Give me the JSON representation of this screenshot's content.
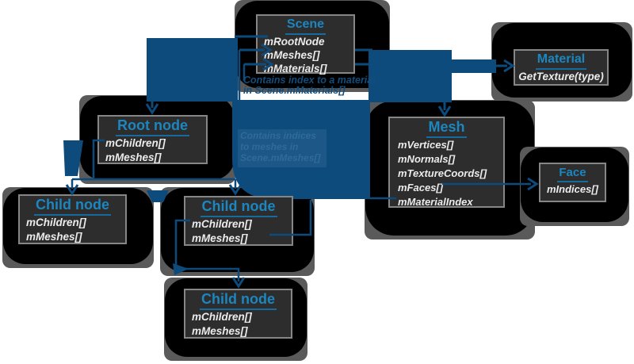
{
  "boxes": {
    "scene": {
      "title": "Scene",
      "members": [
        "mRootNode",
        "mMeshes[]",
        "mMaterials[]"
      ]
    },
    "material": {
      "title": "Material",
      "members": [
        "GetTexture(type)"
      ]
    },
    "mesh": {
      "title": "Mesh",
      "members": [
        "mVertices[]",
        "mNormals[]",
        "mTextureCoords[]",
        "mFaces[]",
        "mMaterialIndex"
      ]
    },
    "face": {
      "title": "Face",
      "members": [
        "mIndices[]"
      ]
    },
    "root_node": {
      "title": "Root node",
      "members": [
        "mChildren[]",
        "mMeshes[]"
      ]
    },
    "child_node_left": {
      "title": "Child node",
      "members": [
        "mChildren[]",
        "mMeshes[]"
      ]
    },
    "child_node_middle": {
      "title": "Child node",
      "members": [
        "mChildren[]",
        "mMeshes[]"
      ]
    },
    "child_node_bottom": {
      "title": "Child node",
      "members": [
        "mChildren[]",
        "mMeshes[]"
      ]
    }
  },
  "annotations": {
    "material_note_line1": "Contains index to a material",
    "material_note_line2": "in Scene.mMaterials[]",
    "meshes_note_line1": "Contains indices",
    "meshes_note_line2": "to meshes in",
    "meshes_note_line3": "Scene.mMeshes[]"
  },
  "colors": {
    "arrow_blue": "#0d4b7d",
    "title_blue": "#1c86c0",
    "box_fill": "#2d2d2d",
    "box_border": "#868686",
    "member_text": "#ebebeb",
    "blob_black": "#000000",
    "blob_gray": "#5a5a5a",
    "note_text": "#134d7c"
  }
}
